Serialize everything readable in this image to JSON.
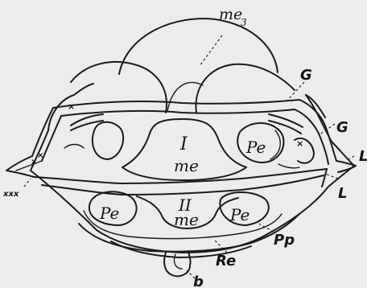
{
  "figure": {
    "labels": {
      "me3": "me",
      "me3_sub": "3",
      "G_upper": "G",
      "G_lower": "G",
      "L_upper": "L",
      "L_lower": "L",
      "xxx": "xxx",
      "I": "I",
      "me_upper": "me",
      "Pe_right": "Pe",
      "Pe_left": "Pe",
      "II": "II",
      "me_lower": "me",
      "Pe_lower_right": "Pe",
      "Pp": "Pp",
      "Re": "Re",
      "b": "b",
      "x_marks": [
        "×",
        "×",
        "×",
        "×"
      ]
    }
  }
}
